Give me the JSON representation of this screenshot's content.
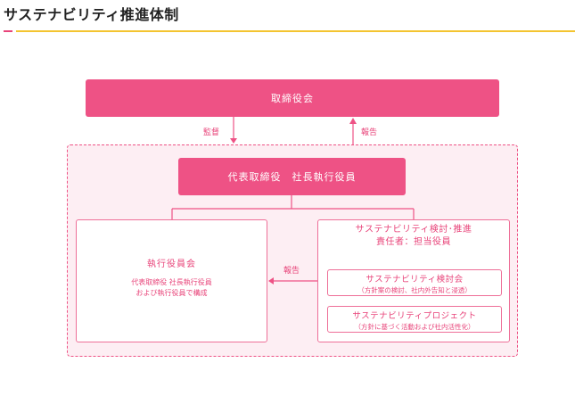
{
  "page": {
    "title": "サステナビリティ推進体制"
  },
  "diagram": {
    "board": "取締役会",
    "ceo": "代表取締役　社長執行役員",
    "arrow_down_label": "監督",
    "arrow_up_label": "報告",
    "exec_committee": {
      "title": "執行役員会",
      "desc_line1": "代表取締役 社長執行役員",
      "desc_line2": "および執行役員で構成"
    },
    "report_label": "報告",
    "sustainability": {
      "title_line1": "サステナビリティ検討･推進",
      "title_line2": "責任者：担当役員",
      "committee": {
        "name": "サステナビリティ検討会",
        "desc": "（方針案の検討、社内外告知と浸透）"
      },
      "project": {
        "name": "サステナビリティプロジェクト",
        "desc": "（方針に基づく活動および社内活性化）"
      }
    },
    "colors": {
      "accent": "#ee5285",
      "frame_bg": "#fdeef3",
      "rule": "#f4c430"
    }
  }
}
